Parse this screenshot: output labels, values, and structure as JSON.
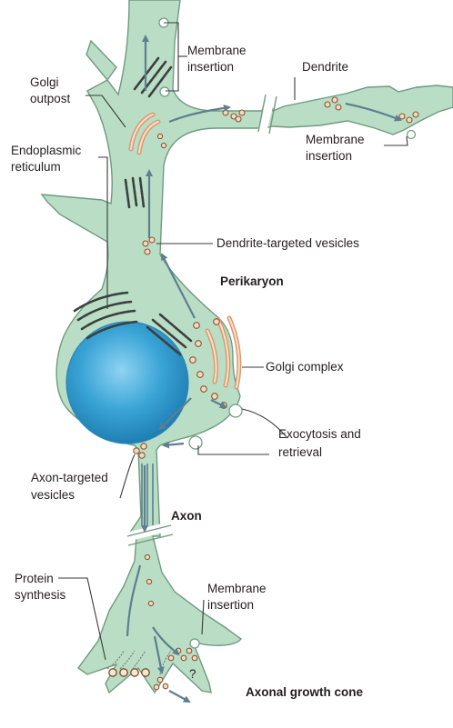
{
  "labels": {
    "membrane_insertion_top": [
      "Membrane",
      "insertion"
    ],
    "dendrite": "Dendrite",
    "membrane_insertion_right": [
      "Membrane",
      "insertion"
    ],
    "golgi_outpost": [
      "Golgi",
      "outpost"
    ],
    "endoplasmic_reticulum": [
      "Endoplasmic",
      "reticulum"
    ],
    "dendrite_targeted_vesicles": "Dendrite-targeted vesicles",
    "perikaryon": "Perikaryon",
    "golgi_complex": "Golgi complex",
    "exocytosis": [
      "Exocytosis and",
      "retrieval"
    ],
    "axon_targeted_vesicles": [
      "Axon-targeted",
      "vesicles"
    ],
    "axon": "Axon",
    "protein_synthesis": [
      "Protein",
      "synthesis"
    ],
    "membrane_insertion_bottom": [
      "Membrane",
      "insertion"
    ],
    "question_mark": "?",
    "axonal_growth_cone": "Axonal growth cone"
  },
  "colors": {
    "cytoplasm": "#b9dec5",
    "outline": "#6f9a80",
    "nucleus": "#3aa4d6",
    "golgi": "#d99a72",
    "vesicle": "#f3d9bd",
    "arrow": "#5d7f8f",
    "er": "#3c3f3f"
  }
}
